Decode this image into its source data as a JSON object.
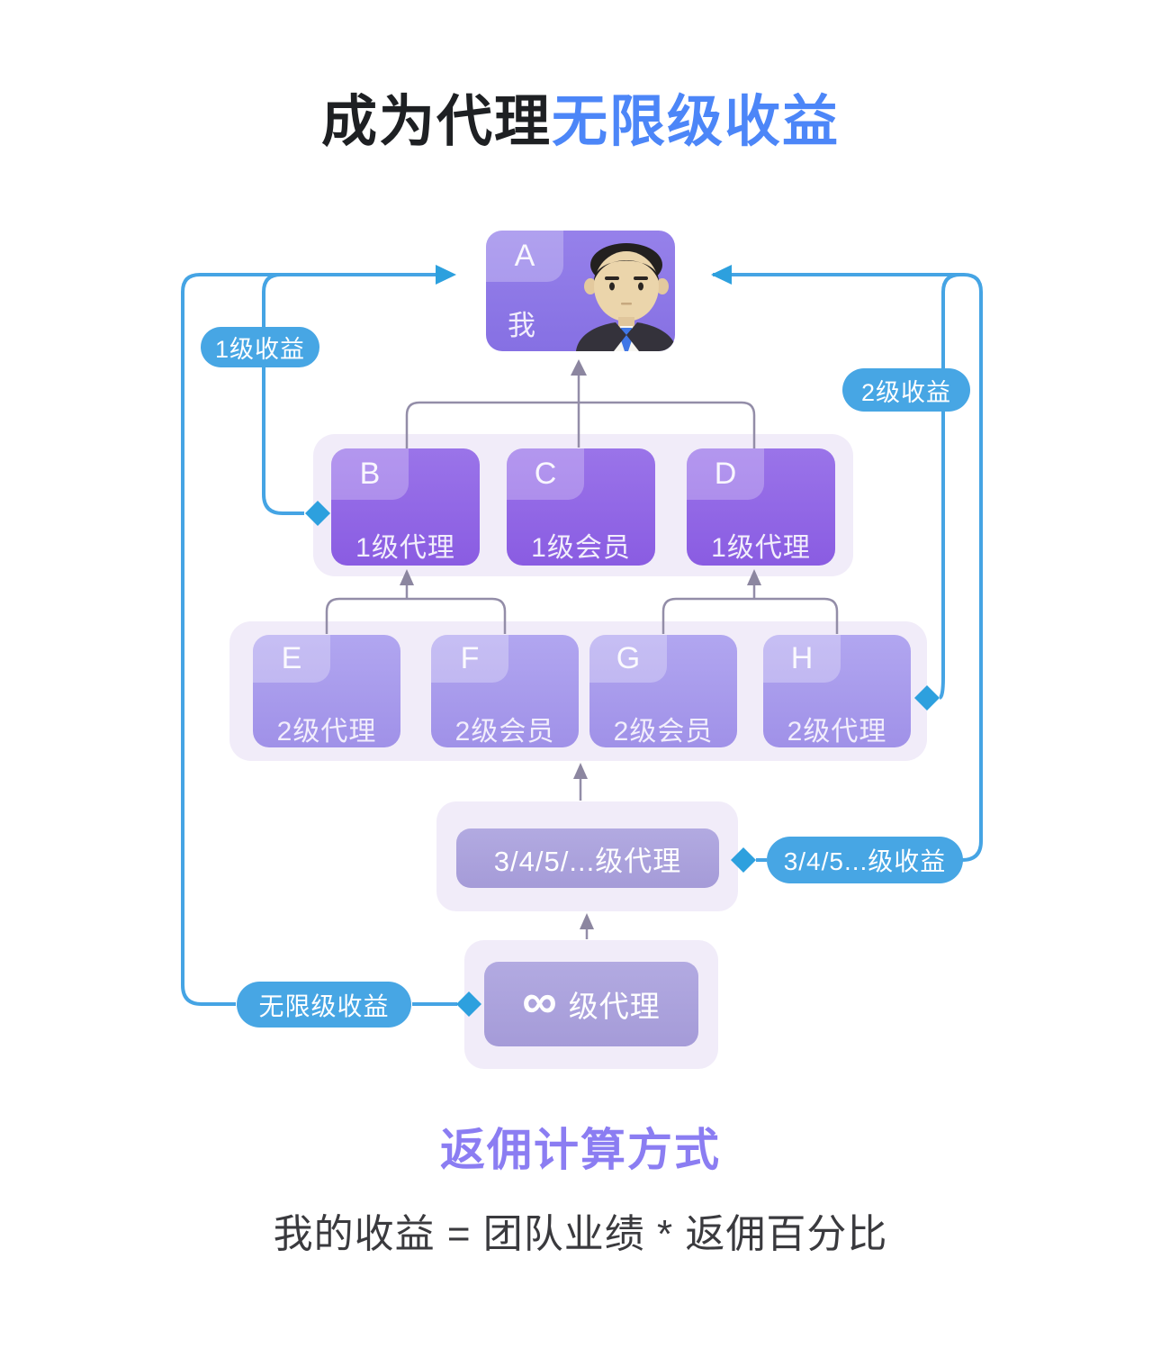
{
  "title": {
    "prefix": "成为代理",
    "highlight": "无限级收益"
  },
  "tree": {
    "root": {
      "id": "A",
      "label": "我",
      "avatar": "businessman-avatar"
    },
    "level1": [
      {
        "id": "B",
        "label": "1级代理"
      },
      {
        "id": "C",
        "label": "1级会员"
      },
      {
        "id": "D",
        "label": "1级代理"
      }
    ],
    "level2": [
      {
        "id": "E",
        "label": "2级代理"
      },
      {
        "id": "F",
        "label": "2级会员"
      },
      {
        "id": "G",
        "label": "2级会员"
      },
      {
        "id": "H",
        "label": "2级代理"
      }
    ],
    "level3plus": {
      "label": "3/4/5/...级代理"
    },
    "infinity": {
      "symbol": "∞",
      "label": "级代理"
    }
  },
  "income_badges": {
    "level1": "1级收益",
    "level2": "2级收益",
    "level3plus": "3/4/5...级收益",
    "infinite": "无限级收益"
  },
  "commission": {
    "heading": "返佣计算方式",
    "formula": "我的收益 = 团队业绩 * 返佣百分比"
  },
  "colors": {
    "title_blue": "#4c86f8",
    "accent_blue": "#45a4e4",
    "node_purple": "#8a5ce2",
    "node_light_purple": "#a091e8",
    "muted_purple": "#a59bd8",
    "container_lavender": "#f1ecf9",
    "heading_purple": "#8b7df2",
    "connector_gray": "#938da8"
  }
}
